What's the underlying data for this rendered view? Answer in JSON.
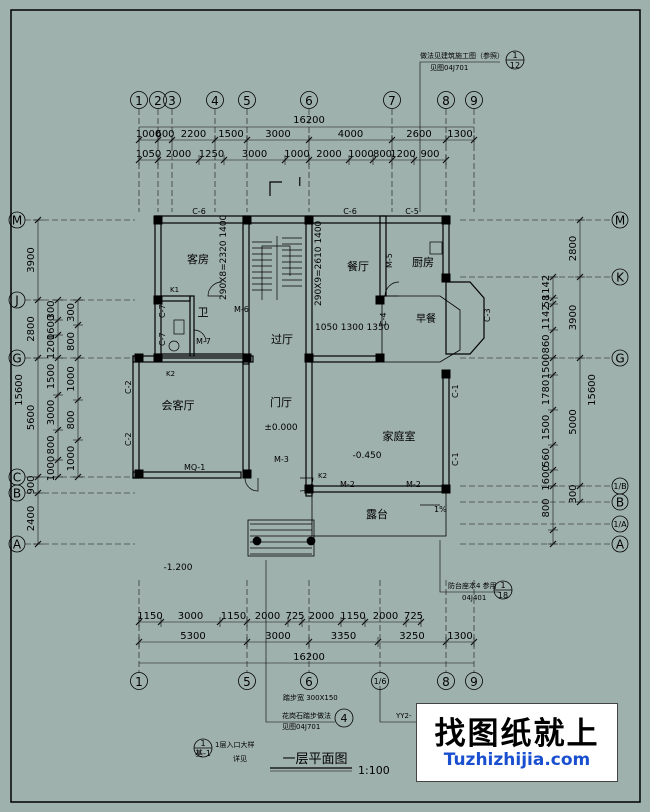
{
  "grid_top": [
    "1",
    "2",
    "3",
    "4",
    "5",
    "6",
    "7",
    "8",
    "9"
  ],
  "grid_bottom": [
    "1",
    "5",
    "6",
    "1/6",
    "8",
    "9"
  ],
  "grid_left": [
    "M",
    "J",
    "G",
    "C",
    "B",
    "A"
  ],
  "grid_right": [
    "M",
    "K",
    "G",
    "1/B",
    "B",
    "1/A",
    "A"
  ],
  "dims_top_total": "16200",
  "dims_top_row1": [
    "1000",
    "600",
    "2200",
    "1500",
    "3000",
    "4000",
    "2600",
    "1300"
  ],
  "dims_top_row2": [
    "1050",
    "2000",
    "1250",
    "3000",
    "1000",
    "2000",
    "1000",
    "800",
    "1200",
    "900"
  ],
  "dims_bottom_row1": [
    "1150",
    "3000",
    "1150",
    "2000",
    "725",
    "2000",
    "1150",
    "2000",
    "725"
  ],
  "dims_bottom_row2": [
    "5300",
    "3000",
    "3350",
    "3250",
    "1300"
  ],
  "dims_bottom_total": "16200",
  "dims_left_outer": [
    "3900",
    "2800",
    "15600",
    "5600",
    "900",
    "2400"
  ],
  "dims_left_inner": [
    "300",
    "1600",
    "1200",
    "1500",
    "3000",
    "800",
    "1000"
  ],
  "dims_right_outer": [
    "2800",
    "3900",
    "15600",
    "5000",
    "300"
  ],
  "dims_right_inner": [
    "1142",
    "58",
    "1142",
    "860",
    "1500",
    "1780",
    "1500",
    "560",
    "1600",
    "800"
  ],
  "rooms": {
    "guest_room": "客房",
    "bath": "卫",
    "hall": "过厅",
    "dining": "餐厅",
    "kitchen": "厨房",
    "breakfast": "早餐",
    "living": "会客厅",
    "foyer": "门厅",
    "family": "家庭室",
    "terrace": "露台"
  },
  "marks": {
    "doors": [
      "M-6",
      "M-7",
      "M-5",
      "M-3",
      "M-2",
      "M-2",
      "MQ-1"
    ],
    "windows": [
      "C-6",
      "C-6",
      "C-5",
      "C-7",
      "C-7",
      "C-2",
      "C-2",
      "C-4",
      "C-3",
      "C-1",
      "C-1"
    ],
    "stair_left": "290X8=2320 1400",
    "stair_right": "290X9=2610 1400",
    "elev_main": "±0.000",
    "elev_low": "-1.200",
    "elev_family": "-0.450",
    "slope": "1%",
    "k1": "K1",
    "k2": "K2",
    "k2b": "K2",
    "hall_dims": "1050 1300 1350",
    "label_i": "I"
  },
  "notes": {
    "top_ref": "做法见建筑施工图（参照）",
    "top_ref2": "见图04J701",
    "top_circle_num": "1",
    "top_circle_den": "12",
    "right_ref": "防台座本4 参用",
    "right_ref2": "04J401",
    "right_circle_num": "1",
    "right_circle_den": "18",
    "bottom_ref": "花岗石踏步做法",
    "bottom_ref2": "见图04J701",
    "bottom_circle_num": "4",
    "steps": "踏步宽 300X150",
    "ramp": "YY2-",
    "entrance_num": "1",
    "entrance_label": "1层入口大样",
    "entrance_ref": "详见",
    "entrance_sub": "基-1"
  },
  "title": "一层平面图",
  "scale": "1:100",
  "watermark": {
    "title": "找图纸就上",
    "url": "Tuzhizhijia.com"
  }
}
